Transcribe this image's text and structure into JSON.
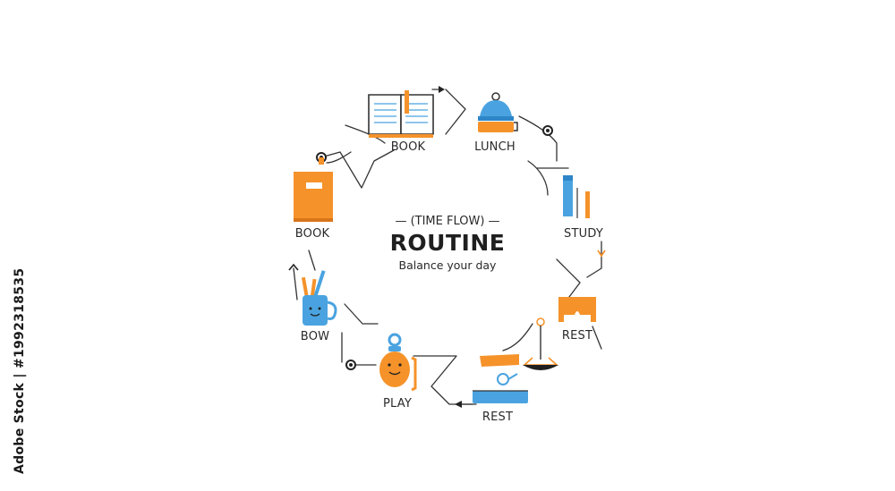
{
  "center": {
    "subtitle": "— (TIME FLOW) —",
    "title": "ROUTINE",
    "tagline": "Balance your day"
  },
  "steps": [
    {
      "label": "BOOK",
      "icon": "open-book-icon"
    },
    {
      "label": "LUNCH",
      "icon": "food-cloche-icon"
    },
    {
      "label": "STUDY",
      "icon": "pencil-ruler-icon"
    },
    {
      "label": "REST",
      "icon": "stool-icon"
    },
    {
      "label": "REST",
      "icon": "bathtub-icon"
    },
    {
      "label": "PLAY",
      "icon": "toy-icon"
    },
    {
      "label": "BOW",
      "icon": "mug-pencils-icon"
    },
    {
      "label": "BOOK",
      "icon": "closed-book-icon"
    }
  ],
  "watermark": "Adobe Stock | #1992318535",
  "colors": {
    "orange": "#f5922a",
    "blue": "#4aa3e0",
    "ink": "#1f1f1f",
    "stroke": "#333333"
  }
}
